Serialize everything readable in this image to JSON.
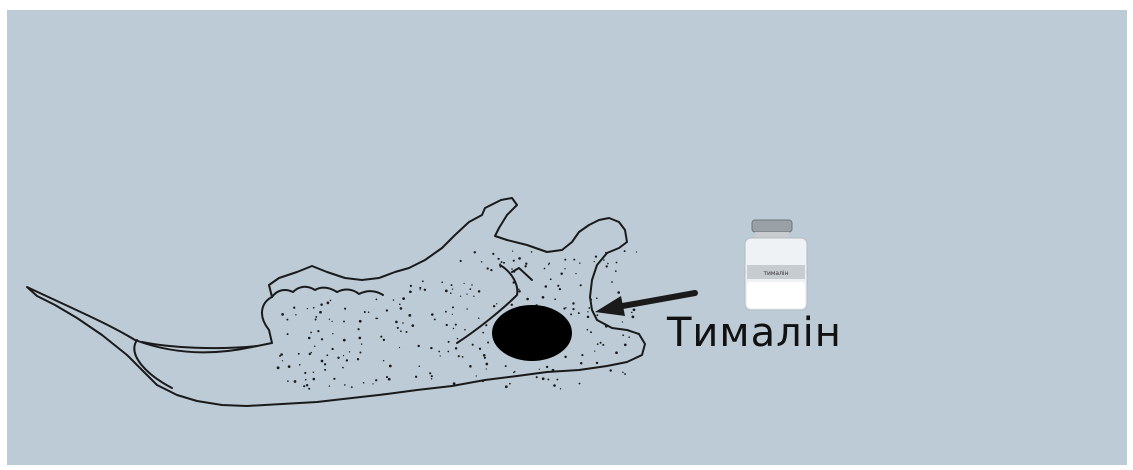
{
  "drug_label": "Тималін",
  "vial_label": "тималін",
  "colors": {
    "background": "#bccbd5",
    "ink": "#111111",
    "lesion": "#000000"
  },
  "icons": {
    "jaw": "mandible-illustration",
    "vial": "medicine-vial-icon",
    "arrow": "left-arrow-icon"
  }
}
